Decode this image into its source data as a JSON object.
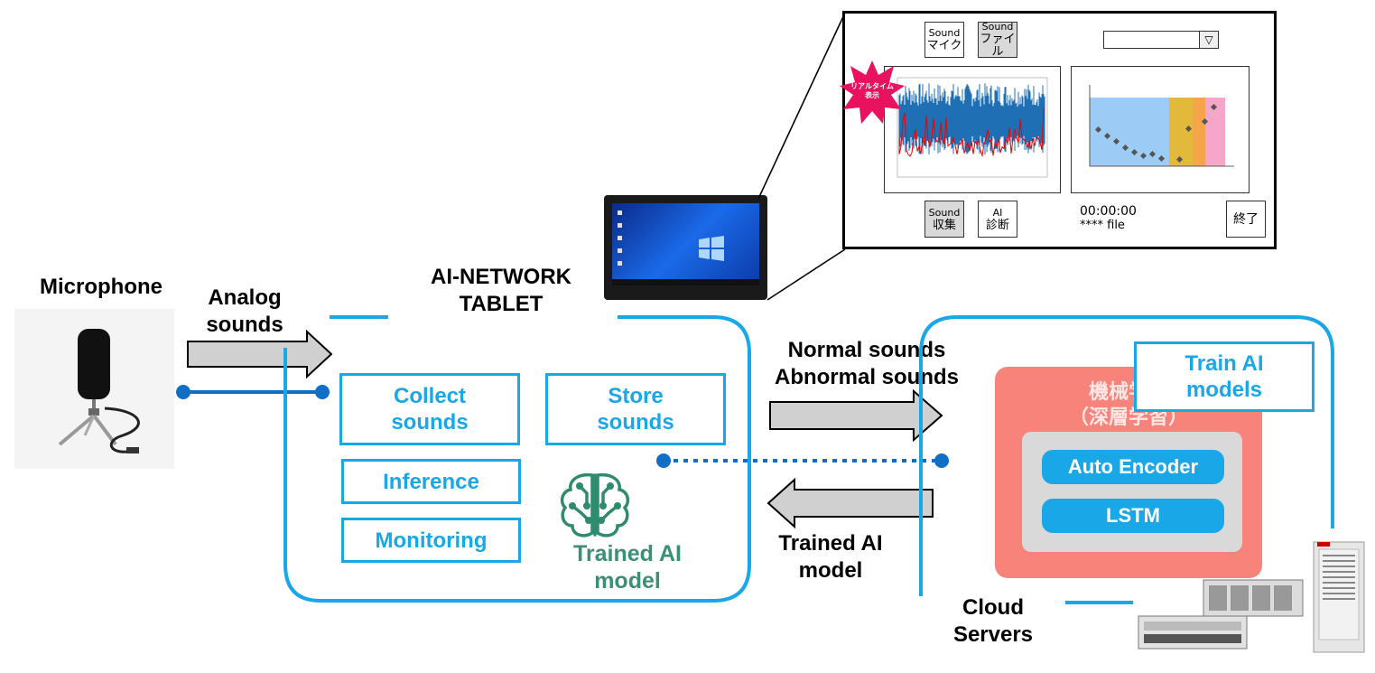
{
  "labels": {
    "microphone": "Microphone",
    "analog_sounds": "Analog\nsounds",
    "tablet_title": "AI-NETWORK\nTABLET",
    "normal_abnormal": "Normal sounds\nAbnormal sounds",
    "trained_ai_model_arrow": "Trained AI\nmodel",
    "cloud_servers": "Cloud\nServers"
  },
  "tablet_functions": {
    "collect": "Collect\nsounds",
    "store": "Store\nsounds",
    "inference": "Inference",
    "monitoring": "Monitoring",
    "trained_model": "Trained AI\nmodel"
  },
  "cloud": {
    "train_models": "Train AI\nmodels",
    "ml_title": "機械学習\n（深層学習）",
    "algorithms": [
      "Auto Encoder",
      "LSTM"
    ]
  },
  "app_ui": {
    "btn_sound_mic": [
      "Sound",
      "マイク"
    ],
    "btn_sound_file": [
      "Sound",
      "ファイル"
    ],
    "btn_sound_collect": [
      "Sound",
      "収集"
    ],
    "btn_ai_diag": [
      "AI",
      "診断"
    ],
    "btn_end": "終了",
    "badge": "リアルタイム\n表示",
    "timer": "00:00:00",
    "file": "**** file",
    "dropdown_arrow": "▽"
  },
  "colors": {
    "accent_blue": "#1aa7e8",
    "ml_pink": "#f8837b",
    "inner_gray": "#d9d9d9",
    "arrow_gray": "#d0d0d0",
    "dot_blue": "#0f6fc6",
    "brain_green": "#2e8b6e"
  }
}
